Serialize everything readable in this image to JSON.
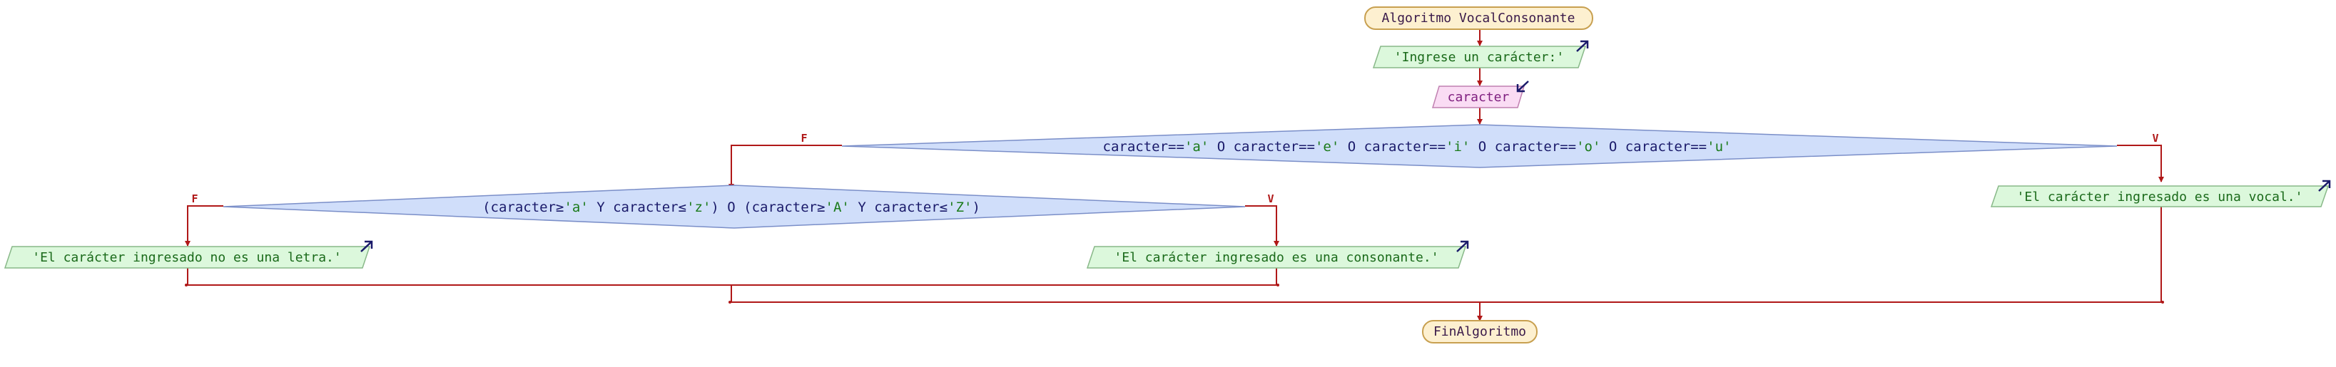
{
  "start": {
    "label": "Algoritmo VocalConsonante"
  },
  "output_prompt": {
    "text": "'Ingrese un carácter:'"
  },
  "input_var": {
    "text": "caracter"
  },
  "decision_vowel": {
    "parts": [
      {
        "t": "caracter==",
        "c": "op"
      },
      {
        "t": "'a'",
        "c": "str"
      },
      {
        "t": " O ",
        "c": "op"
      },
      {
        "t": "caracter==",
        "c": "op"
      },
      {
        "t": "'e'",
        "c": "str"
      },
      {
        "t": " O ",
        "c": "op"
      },
      {
        "t": "caracter==",
        "c": "op"
      },
      {
        "t": "'i'",
        "c": "str"
      },
      {
        "t": " O ",
        "c": "op"
      },
      {
        "t": "caracter==",
        "c": "op"
      },
      {
        "t": "'o'",
        "c": "str"
      },
      {
        "t": " O ",
        "c": "op"
      },
      {
        "t": "caracter==",
        "c": "op"
      },
      {
        "t": "'u'",
        "c": "str"
      }
    ],
    "false_label": "F",
    "true_label": "V"
  },
  "decision_letter": {
    "parts": [
      {
        "t": "(caracter≥",
        "c": "op"
      },
      {
        "t": "'a'",
        "c": "str"
      },
      {
        "t": " Y caracter≤",
        "c": "op"
      },
      {
        "t": "'z'",
        "c": "str"
      },
      {
        "t": ") O (caracter≥",
        "c": "op"
      },
      {
        "t": "'A'",
        "c": "str"
      },
      {
        "t": " Y caracter≤",
        "c": "op"
      },
      {
        "t": "'Z'",
        "c": "str"
      },
      {
        "t": ")",
        "c": "op"
      }
    ],
    "false_label": "F",
    "true_label": "V"
  },
  "output_not_letter": {
    "text": "'El carácter ingresado no es una letra.'"
  },
  "output_consonant": {
    "text": "'El carácter ingresado es una consonante.'"
  },
  "output_vowel": {
    "text": "'El carácter ingresado es una vocal.'"
  },
  "end": {
    "label": "FinAlgoritmo"
  },
  "colors": {
    "edge": "#b01818",
    "terminal_fill": "#fdf0d0",
    "terminal_stroke": "#c8a050",
    "terminal_text": "#3a1a4a",
    "output_fill": "#dcf8dc",
    "output_stroke": "#88b888",
    "output_text": "#1a6a1a",
    "input_fill": "#fadcf4",
    "input_stroke": "#c080b0",
    "input_text": "#802080",
    "decision_fill": "#d0defa",
    "decision_stroke": "#7a8ec8",
    "decision_text": "#1a1a6a",
    "string_literal": "#1a7a1a",
    "io_arrow_icon": "#1a1a6a"
  },
  "icons": {
    "output": "arrow-up-right-icon",
    "input": "arrow-down-left-icon"
  }
}
